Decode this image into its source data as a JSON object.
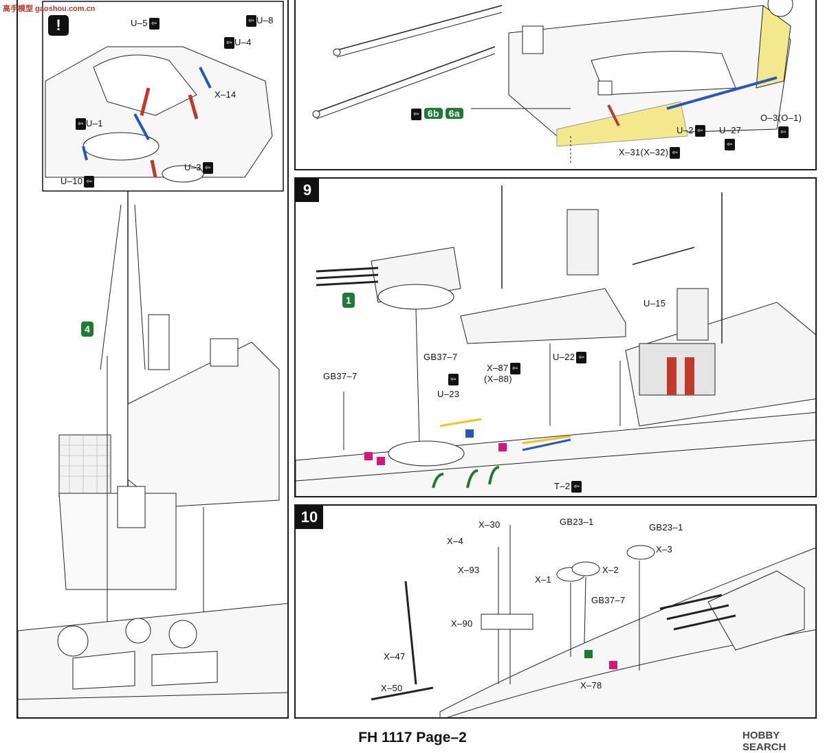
{
  "watermark_top_left": "高手模型 gaoshou.com.cn",
  "watermark_bottom_right": "HOBBY SEARCH",
  "footer": {
    "text": "FH 1117  Page–2"
  },
  "colors": {
    "green_badge": "#1f7a34",
    "red_part": "#c0392b",
    "blue_part": "#2456c2",
    "yellow_part": "#f3e88c",
    "magenta_part": "#d9157a"
  },
  "left_column": {
    "inset": {
      "warning": "!",
      "labels": [
        "U–5",
        "U–8",
        "U–4",
        "X–14",
        "U–1",
        "U–3",
        "U–10"
      ]
    },
    "badge": "4"
  },
  "top_right": {
    "badges": [
      "6b",
      "6a"
    ],
    "labels": [
      "U–2",
      "U–27",
      "O–3(O–1)",
      "X–31(X–32)"
    ]
  },
  "step9": {
    "number": "9",
    "badge": "1",
    "labels": [
      "GB37–7",
      "GB37–7",
      "X–87",
      "(X–88)",
      "U–22",
      "U–23",
      "U–15",
      "T–2"
    ]
  },
  "step10": {
    "number": "10",
    "labels": [
      "X–30",
      "GB23–1",
      "GB23–1",
      "X–4",
      "X–3",
      "X–93",
      "X–1",
      "X–2",
      "GB37–7",
      "X–90",
      "X–47",
      "X–78",
      "X–50"
    ]
  }
}
